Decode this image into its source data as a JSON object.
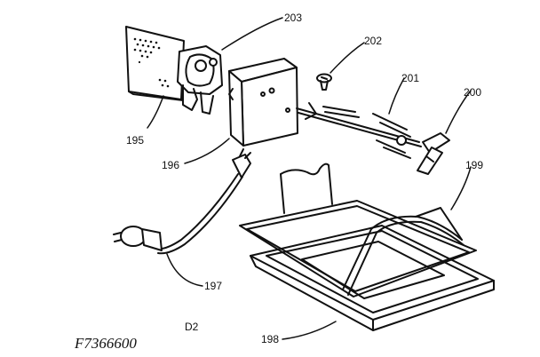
{
  "labels": {
    "p195": "195",
    "p196": "196",
    "p197": "197",
    "p198": "198",
    "p199": "199",
    "p200": "200",
    "p201": "201",
    "p202": "202",
    "p203": "203"
  },
  "drawing_code": "F7366600",
  "sheet_code": "D2"
}
